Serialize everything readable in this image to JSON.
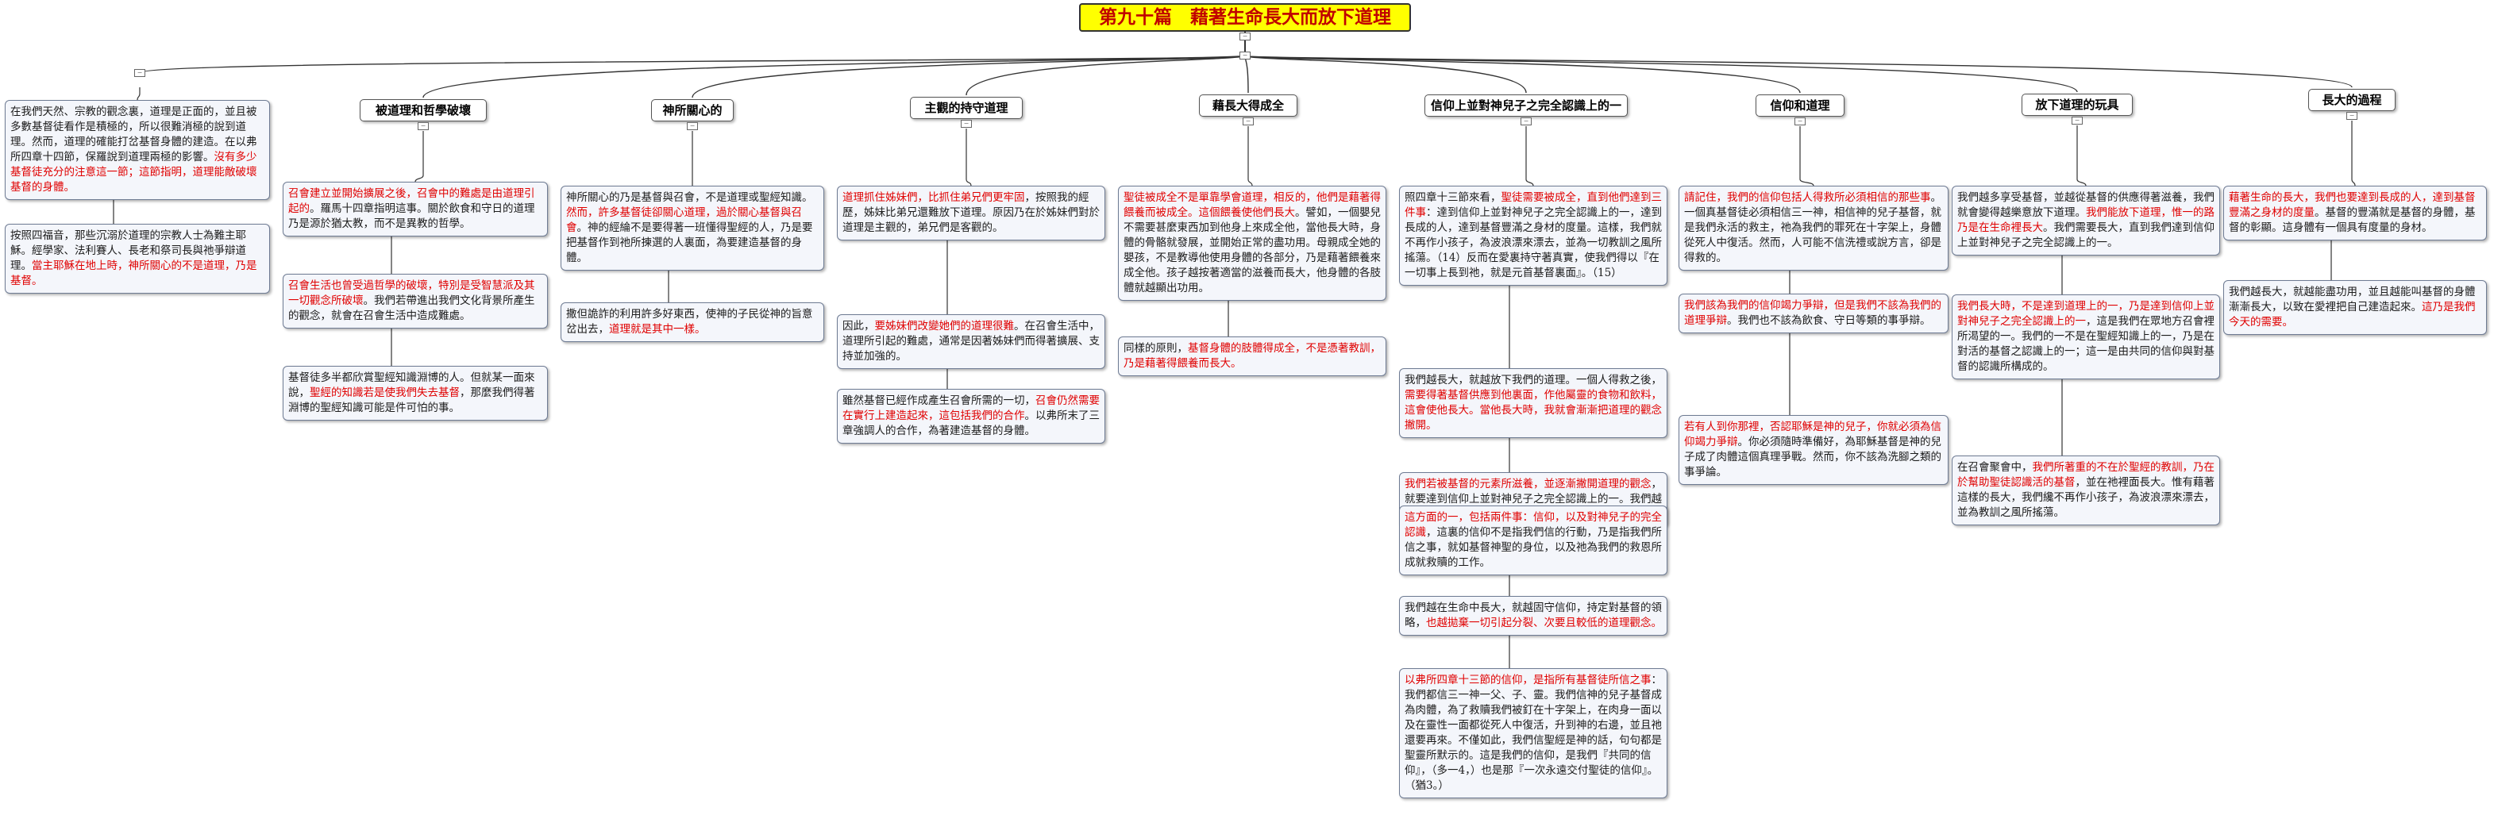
{
  "diagram": {
    "root": {
      "title": "第九十篇　藉著生命長大而放下道理"
    },
    "topics": [
      {
        "id": "t0",
        "label": ""
      },
      {
        "id": "t1",
        "label": "被道理和哲學破壞"
      },
      {
        "id": "t2",
        "label": "神所關心的"
      },
      {
        "id": "t3",
        "label": "主觀的持守道理"
      },
      {
        "id": "t4",
        "label": "藉長大得成全"
      },
      {
        "id": "t5",
        "label": "信仰上並對神兒子之完全認識上的一"
      },
      {
        "id": "t6",
        "label": "信仰和道理"
      },
      {
        "id": "t7",
        "label": "放下道理的玩具"
      },
      {
        "id": "t8",
        "label": "長大的過程"
      }
    ],
    "notes": [
      {
        "id": "n0a",
        "parts": [
          {
            "t": "在我們天然、宗教的觀念裏，道理是正面的，並且被多數基督徒看作是積極的，所以很難消極的說到道理。然而，道理的確能打岔基督身體的建造。在以弗所四章十四節，保羅說到道理兩極的影響。"
          },
          {
            "t": "沒有多少基督徒充分的注意這一節；這節指明，道理能敵破壞基督的身體。",
            "r": true
          }
        ]
      },
      {
        "id": "n0b",
        "parts": [
          {
            "t": "按照四福音，那些沉溺於道理的宗教人士為難主耶穌。經學家、法利賽人、長老和祭司長與祂爭辯道理。"
          },
          {
            "t": "當主耶穌在地上時，神所關心的不是道理，乃是基督。",
            "r": true
          }
        ]
      },
      {
        "id": "n1a",
        "parts": [
          {
            "t": "召會建立並開始擴展之後，召會中的難處是由道理引起的",
            "r": true
          },
          {
            "t": "。羅馬十四章指明這事。關於飲食和守日的道理乃是源於猶太教，而不是異教的哲學。"
          }
        ]
      },
      {
        "id": "n1b",
        "parts": [
          {
            "t": "召會生活也曾受過哲學的破壞，特別是受智慧派及其一切觀念所破壞",
            "r": true
          },
          {
            "t": "。我們若帶進出我們文化背景所產生的觀念，就會在召會生活中造成難處。"
          }
        ]
      },
      {
        "id": "n1c",
        "parts": [
          {
            "t": "基督徒多半都欣賞聖經知識淵博的人。但就某一面來說，"
          },
          {
            "t": "聖經的知識若是使我們失去基督",
            "r": true
          },
          {
            "t": "，那麼我們得著淵博的聖經知識可能是件可怕的事。"
          }
        ]
      },
      {
        "id": "n2a",
        "parts": [
          {
            "t": "神所關心的乃是基督與召會，不是道理或聖經知識。"
          },
          {
            "t": "然而，許多基督徒卻關心道理，過於關心基督與召會",
            "r": true
          },
          {
            "t": "。神的經綸不是要得著一班懂得聖經的人，乃是要把基督作到祂所揀選的人裏面，為要建造基督的身體。"
          }
        ]
      },
      {
        "id": "n2b",
        "parts": [
          {
            "t": "撒但詭詐的利用許多好東西，使神的子民從神的旨意岔出去，"
          },
          {
            "t": "道理就是其中一樣。",
            "r": true
          }
        ]
      },
      {
        "id": "n3a",
        "parts": [
          {
            "t": "道理抓住姊妹們，比抓住弟兄們更牢固",
            "r": true
          },
          {
            "t": "，按照我的經歷，姊妹比弟兄還難放下道理。原因乃在於姊妹們對於道理是主觀的，弟兄們是客觀的。"
          }
        ]
      },
      {
        "id": "n3b",
        "parts": [
          {
            "t": "因此，"
          },
          {
            "t": "要姊妹們改變她們的道理很難",
            "r": true
          },
          {
            "t": "。在召會生活中，道理所引起的難處，通常是因著姊妹們而得著擴展、支持並加強的。"
          }
        ]
      },
      {
        "id": "n3c",
        "parts": [
          {
            "t": "雖然基督已經作成產生召會所需的一切，"
          },
          {
            "t": "召會仍然需要在實行上建造起來，這包括我們的合作",
            "r": true
          },
          {
            "t": "。以弗所末了三章強調人的合作，為著建造基督的身體。"
          }
        ]
      },
      {
        "id": "n4a",
        "parts": [
          {
            "t": "聖徒被成全不是單靠學會道理，相反的，他們是藉著得餵養而被成全。這個餵養使他們長大",
            "r": true
          },
          {
            "t": "。譬如，一個嬰兒不需要甚麼東西加到他身上來成全他，當他長大時，身體的骨骼就發展，並開始正常的盡功用。母親成全她的嬰孩，不是教導他使用身體的各部分，乃是藉著餵養來成全他。孩子越按著適當的滋養而長大，他身體的各肢體就越顯出功用。"
          }
        ]
      },
      {
        "id": "n4b",
        "parts": [
          {
            "t": "同樣的原則，"
          },
          {
            "t": "基督身體的肢體得成全，不是憑著教訓，乃是藉著得餵養而長大。",
            "r": true
          }
        ]
      },
      {
        "id": "n5a",
        "parts": [
          {
            "t": "照四章十三節來看，"
          },
          {
            "t": "聖徒需要被成全，直到他們達到三件事",
            "r": true
          },
          {
            "t": "：達到信仰上並對神兒子之完全認識上的一，達到長成的人，達到基督豐滿之身材的度量。這樣，我們就不再作小孩子，為波浪漂來漂去，並為一切教訓之風所搖蕩。（14）反而在愛裏持守著真實，使我們得以『在一切事上長到祂，就是元首基督裏面』。（15）"
          }
        ]
      },
      {
        "id": "n5b",
        "parts": [
          {
            "t": "我們越長大，就越放下我們的道理。一個人得救之後，"
          },
          {
            "t": "需要得著基督供應到他裏面，作他屬靈的食物和飲料，這會使他長大。當他長大時，我就會漸漸把道理的觀念撇開。",
            "r": true
          }
        ]
      },
      {
        "id": "n5c",
        "parts": [
          {
            "t": "我們若被基督的元素所滋養，並逐漸撇開道理的觀念",
            "r": true
          },
          {
            "t": "，就要達到信仰上並對神兒子之完全認識上的一。我們越長大，就越達到這樣的一。"
          }
        ]
      },
      {
        "id": "n5d",
        "parts": [
          {
            "t": "這方面的一，包括兩件事：信仰，以及對神兒子的完全認識",
            "r": true
          },
          {
            "t": "，這裏的信仰不是指我們信的行動，乃是指我們所信之事，就如基督神聖的身位，以及祂為我們的救恩所成就救贖的工作。"
          }
        ]
      },
      {
        "id": "n5e",
        "parts": [
          {
            "t": "我們越在生命中長大，就越固守信仰，持定對基督的領略，"
          },
          {
            "t": "也越拋棄一切引起分裂、次要且較低的道理觀念。",
            "r": true
          }
        ]
      },
      {
        "id": "n5f",
        "parts": [
          {
            "t": "以弗所四章十三節的信仰，是指所有基督徒所信之事",
            "r": true
          },
          {
            "t": "：我們都信三一神一父、子、靈。我們信神的兒子基督成為肉體，為了救贖我們被釘在十字架上，在肉身一面以及在靈性一面都從死人中復活，升到神的右邊，並且祂還要再來。不僅如此，我們信聖經是神的話，句句都是聖靈所默示的。這是我們的信仰，是我們『共同的信仰』，（多一4，）也是那『一次永遠交付聖徒的信仰』。（猶3。）"
          }
        ]
      },
      {
        "id": "n6a",
        "parts": [
          {
            "t": "請記住，我們的信仰包括人得救所必須相信的那些事",
            "r": true
          },
          {
            "t": "。一個真基督徒必須相信三一神，相信神的兒子基督，就是我們永活的救主，祂為我們的罪死在十字架上，身體從死人中復活。然而，人可能不信洗禮或說方言，卻是得救的。"
          }
        ]
      },
      {
        "id": "n6b",
        "parts": [
          {
            "t": "我們該為我們的信仰竭力爭辯，但是我們不該為我們的道理爭辯",
            "r": true
          },
          {
            "t": "。我們也不該為飲食、守日等類的事爭辯。"
          }
        ]
      },
      {
        "id": "n6c",
        "parts": [
          {
            "t": "若有人到你那裡，否認耶穌是神的兒子，你就必須為信仰竭力爭辯",
            "r": true
          },
          {
            "t": "。你必須隨時準備好，為耶穌基督是神的兒子成了肉體這個真理爭戰。然而，你不該為洗腳之類的事爭論。"
          }
        ]
      },
      {
        "id": "n7a",
        "parts": [
          {
            "t": "我們越多享受基督，並越從基督的供應得著滋養，我們就會變得越樂意放下道理。"
          },
          {
            "t": "我們能放下道理，惟一的路乃是在生命裡長大",
            "r": true
          },
          {
            "t": "。我們需要長大，直到我們達到信仰上並對神兒子之完全認識上的一。"
          }
        ]
      },
      {
        "id": "n7b",
        "parts": [
          {
            "t": "我們長大時，不是達到道理上的一，乃是達到信仰上並對神兒子之完全認識上的一",
            "r": true
          },
          {
            "t": "，這是我們在眾地方召會裡所渴望的一。我們的一不是在聖經知識上的一，乃是在對活的基督之認識上的一；這一是由共同的信仰與對基督的認識所構成的。"
          }
        ]
      },
      {
        "id": "n7c",
        "parts": [
          {
            "t": "在召會聚會中，"
          },
          {
            "t": "我們所著重的不在於聖經的教訓，乃在於幫助聖徒認識活的基督",
            "r": true
          },
          {
            "t": "，並在祂裡面長大。惟有藉著這樣的長大，我們纔不再作小孩子，為波浪漂來漂去，並為教訓之風所搖蕩。"
          }
        ]
      },
      {
        "id": "n8a",
        "parts": [
          {
            "t": "藉著生命的長大，我們也要達到長成的人，達到基督豐滿之身材的度量",
            "r": true
          },
          {
            "t": "。基督的豐滿就是基督的身體，基督的彰顯。這身體有一個具有度量的身材。"
          }
        ]
      },
      {
        "id": "n8b",
        "parts": [
          {
            "t": "我們越長大，就越能盡功用，並且越能叫基督的身體漸漸長大，以致在愛裡把自己建造起來。"
          },
          {
            "t": "這乃是我們今天的需要。",
            "r": true
          }
        ]
      }
    ]
  }
}
